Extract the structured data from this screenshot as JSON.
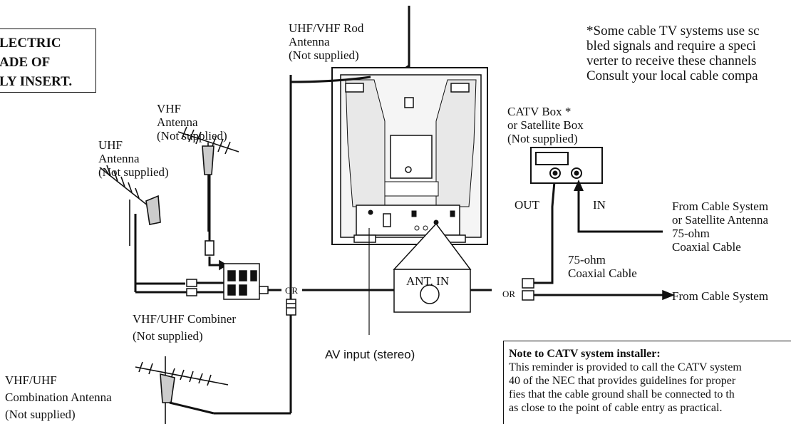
{
  "warning_box": {
    "lines": [
      "LECTRIC",
      "ADE OF",
      "LY INSERT."
    ]
  },
  "scrambled_note": {
    "lines": [
      "*Some cable TV systems use sc",
      "bled signals and require a speci",
      "verter to receive these channels",
      "Consult your local cable compa"
    ]
  },
  "labels": {
    "rod_antenna": [
      "UHF/VHF Rod",
      "Antenna",
      "(Not supplied)"
    ],
    "vhf_antenna": [
      "VHF",
      "Antenna",
      "(Not supplied)"
    ],
    "uhf_antenna": [
      "UHF",
      "Antenna",
      "(Not supplied)"
    ],
    "catv_box": [
      "CATV Box *",
      "or Satellite Box",
      "(Not supplied)"
    ],
    "out": "OUT",
    "in": "IN",
    "from_cable_or_satellite": [
      "From Cable System",
      "or Satellite Antenna",
      "75-ohm",
      "Coaxial Cable"
    ],
    "coax_75": [
      "75-ohm",
      "Coaxial Cable"
    ],
    "or_left": "OR",
    "or_right": "OR",
    "ant_in": "ANT. IN",
    "from_cable_system": "From Cable System",
    "combiner": [
      "VHF/UHF Combiner",
      "(Not supplied)"
    ],
    "av_input": "AV input (stereo)",
    "combo_antenna": [
      "VHF/UHF",
      "Combination Antenna",
      "(Not supplied)"
    ]
  },
  "installer_note": {
    "title": "Note to CATV system installer:",
    "lines": [
      "This reminder is provided to call the CATV system",
      "40 of the NEC that provides guidelines for proper",
      "fies that the cable ground shall be connected to th",
      "as close to the point of cable entry as practical."
    ]
  }
}
